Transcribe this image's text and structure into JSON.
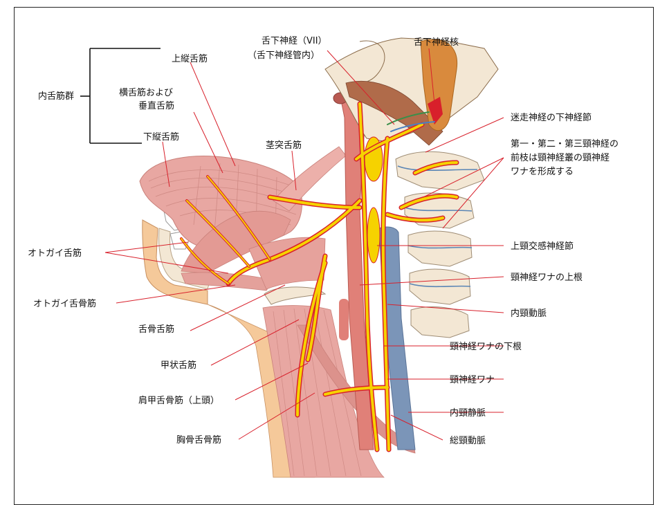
{
  "labels": {
    "internal_group": "内舌筋群",
    "superior_longitudinal": "上縦舌筋",
    "transverse_vertical_1": "横舌筋および",
    "transverse_vertical_2": "垂直舌筋",
    "inferior_longitudinal": "下縦舌筋",
    "styloglossus": "茎突舌筋",
    "hypoglossal_nerve_1": "舌下神経（VII）",
    "hypoglossal_nerve_2": "（舌下神経管内）",
    "hypoglossal_nucleus": "舌下神経核",
    "vagus_inferior_ganglion": "迷走神経の下神経節",
    "cervical_rami_1": "第一・第二・第三頸神経の",
    "cervical_rami_2": "前枝は頸神経叢の頸神経",
    "cervical_rami_3": "ワナを形成する",
    "genioglossus": "オトガイ舌筋",
    "superior_cervical_ganglion": "上頸交感神経節",
    "geniohyoid": "オトガイ舌骨筋",
    "ansa_superior_root": "頸神経ワナの上根",
    "hyoglossus": "舌骨舌筋",
    "internal_carotid": "内頸動脈",
    "thyrohyoid": "甲状舌筋",
    "ansa_inferior_root": "頸神経ワナの下根",
    "omohyoid": "肩甲舌骨筋（上頭）",
    "ansa_cervicalis": "頸神経ワナ",
    "internal_jugular": "内頸静脈",
    "sternohyoid": "胸骨舌骨筋",
    "common_carotid": "総頸動脈"
  },
  "colors": {
    "muscle": "#e8a7a2",
    "muscle_dark": "#d98680",
    "nerve": "#f6d200",
    "nerve_edge": "#d8202b",
    "vein": "#7b95b8",
    "artery": "#e08078",
    "bone": "#f3e7d4",
    "brainstem": "#d98a3d",
    "skin": "#f5c99a",
    "leader": "#d8202b"
  }
}
